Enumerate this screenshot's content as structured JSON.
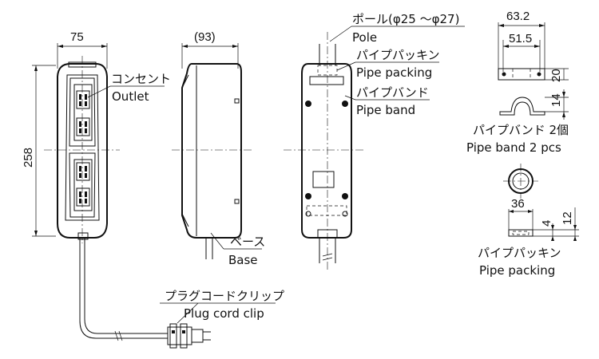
{
  "dimensions": {
    "width": "75",
    "depth": "(93)",
    "height": "258",
    "band_width": "63.2",
    "band_hole_pitch": "51.5",
    "band_thickness": "20",
    "band_height": "14",
    "packing_diameter": "36",
    "packing_inner": "4",
    "packing_height": "12"
  },
  "labels": {
    "outlet_jp": "コンセント",
    "outlet_en": "Outlet",
    "base_jp": "ベース",
    "base_en": "Base",
    "pole_jp": "ポール(φ25 ～φ27)",
    "pole_en": "Pole",
    "pipe_packing_jp": "パイプパッキン",
    "pipe_packing_en": "Pipe packing",
    "pipe_band_jp": "パイプバンド",
    "pipe_band_en": "Pipe band",
    "pipe_band_qty_jp": "パイプバンド 2個",
    "pipe_band_qty_en": "Pipe band  2 pcs",
    "packing_part_jp": "パイプパッキン",
    "packing_part_en": "Pipe packing",
    "plug_clip_jp": "プラグコードクリップ",
    "plug_clip_en": "Plug cord clip"
  }
}
